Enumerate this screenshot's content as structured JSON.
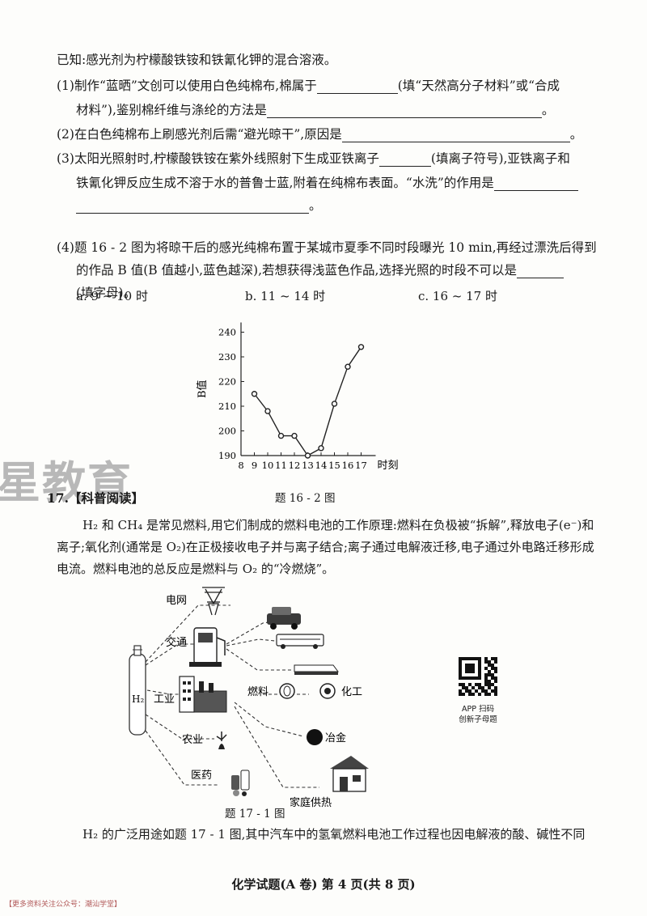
{
  "known": "已知:感光剂为柠檬酸铁铵和铁氰化钾的混合溶液。",
  "q1": {
    "part_a": "(1)制作“蓝晒”文创可以使用白色纯棉布,棉属于",
    "part_b": "(填“天然高分子材料”或“合成",
    "part_c": "材料”),鉴别棉纤维与涤纶的方法是",
    "end": "。"
  },
  "q2": {
    "text": "(2)在白色纯棉布上刷感光剂后需“避光晾干”,原因是",
    "end": "。"
  },
  "q3": {
    "part_a": "(3)太阳光照射时,柠檬酸铁铵在紫外线照射下生成亚铁离子",
    "part_b": "(填离子符号),亚铁离子和",
    "part_c": "铁氰化钾反应生成不溶于水的普鲁士蓝,附着在纯棉布表面。“水洗”的作用是",
    "end": "。"
  },
  "q4": {
    "line1": "(4)题 16 - 2 图为将晾干后的感光纯棉布置于某城市夏季不同时段曝光 10 min,再经过漂洗后得到",
    "line2": "的作品 B 值(B 值越小,蓝色越深),若想获得浅蓝色作品,选择光照的时段不可以是",
    "line3": "(填字母)。",
    "opt_a": "a. 9 ~ 10 时",
    "opt_b": "b. 11 ~ 14 时",
    "opt_c": "c. 16 ~ 17 时"
  },
  "chart_data": {
    "type": "line",
    "title": "",
    "caption": "题 16 - 2 图",
    "xlabel": "时刻",
    "ylabel": "B值",
    "x": [
      9,
      10,
      11,
      12,
      13,
      14,
      15,
      16,
      17
    ],
    "values": [
      215,
      208,
      198,
      198,
      190,
      193,
      211,
      226,
      234
    ],
    "xlim": [
      8,
      17
    ],
    "ylim": [
      190,
      240
    ],
    "x_ticks": [
      "8",
      "9",
      "10",
      "11",
      "12",
      "13",
      "14",
      "15",
      "16",
      "17"
    ],
    "y_ticks": [
      "190",
      "200",
      "210",
      "220",
      "230",
      "240"
    ],
    "grid": false
  },
  "watermark": "星教育",
  "q17": {
    "number": "17.",
    "heading": "【科普阅读】",
    "para1": "H₂ 和 CH₄ 是常见燃料,用它们制成的燃料电池的工作原理:燃料在负极被“拆解”,释放电子(e⁻)和离子;氧化剂(通常是 O₂)在正极接收电子并与离子结合;离子通过电解液迁移,电子通过外电路迁移形成电流。燃料电池的总反应是燃料与 O₂ 的“冷燃烧”。",
    "para2": "H₂ 的广泛用途如题 17 - 1 图,其中汽车中的氢氧燃料电池工作过程也因电解液的酸、碱性不同"
  },
  "diagram": {
    "cylinder_label": "H₂",
    "grid": "电网",
    "transport": "交通",
    "industry": "工业",
    "agriculture": "农业",
    "medicine": "医药",
    "fuel": "燃料",
    "chemical": "化工",
    "metallurgy": "冶金",
    "heating": "家庭供热",
    "caption": "题 17 - 1 图"
  },
  "qr": {
    "line1": "APP 扫码",
    "line2": "创新子母题"
  },
  "footer": "化学试题(A 卷)  第 4 页(共 8 页)",
  "bottom_note": "【更多资料关注公众号：潮汕学堂】"
}
